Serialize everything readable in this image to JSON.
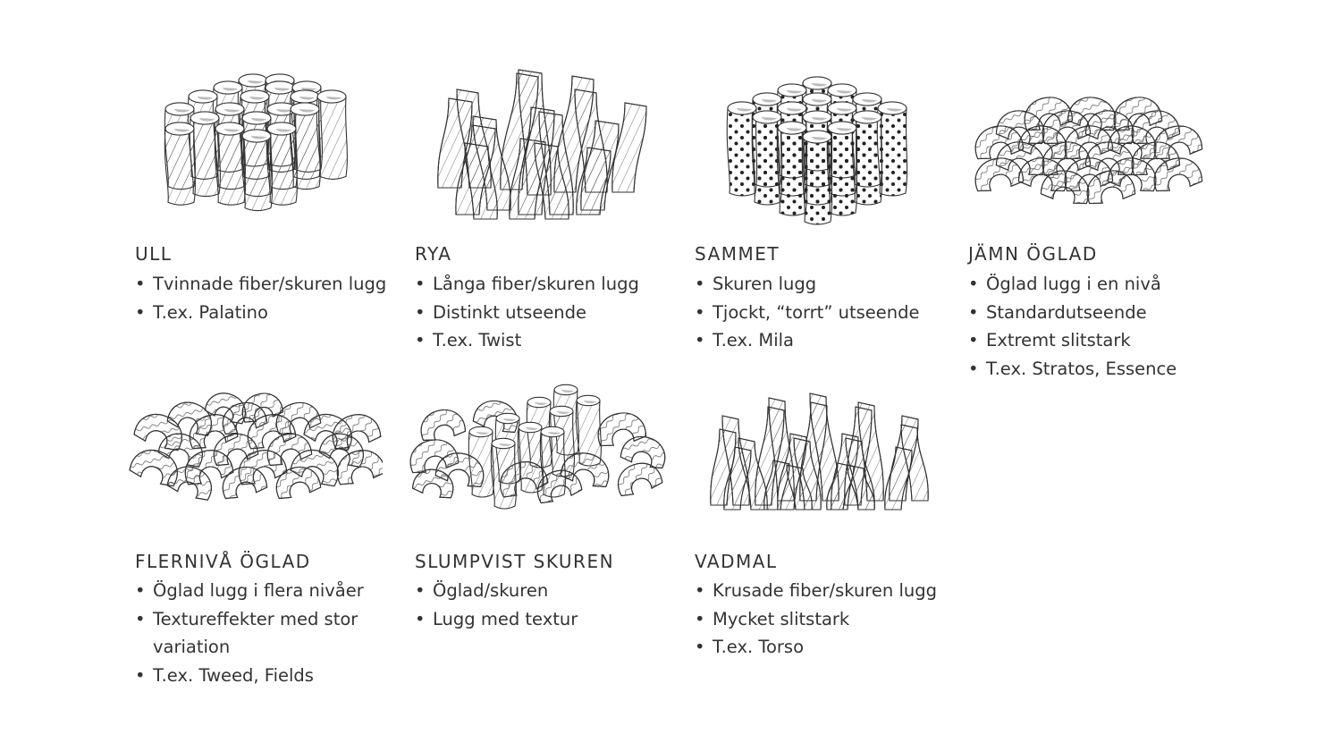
{
  "cards": [
    {
      "title": "ULL",
      "bullets": [
        "Tvinnade fiber/skuren lugg",
        "T.ex. Palatino"
      ],
      "illustration": "twisted-cut-pile-icon"
    },
    {
      "title": "RYA",
      "bullets": [
        "Långa fiber/skuren lugg",
        "Distinkt utseende",
        "T.ex. Twist"
      ],
      "illustration": "shag-pile-icon"
    },
    {
      "title": "SAMMET",
      "bullets": [
        "Skuren lugg",
        "Tjockt, “torrt” utseende",
        "T.ex. Mila"
      ],
      "illustration": "velvet-pile-icon"
    },
    {
      "title": "JÄMN ÖGLAD",
      "bullets": [
        "Öglad lugg i en nivå",
        "Standardutseende",
        "Extremt slitstark",
        "T.ex. Stratos, Essence"
      ],
      "illustration": "level-loop-pile-icon"
    },
    {
      "title": "FLERNIVÅ ÖGLAD",
      "bullets": [
        "Öglad lugg i flera nivåer",
        "Textureffekter med stor variation",
        "T.ex. Tweed, Fields"
      ],
      "illustration": "multi-level-loop-pile-icon"
    },
    {
      "title": "SLUMPVIST SKUREN",
      "bullets": [
        "Öglad/skuren",
        "Lugg med textur"
      ],
      "illustration": "random-cut-loop-pile-icon"
    },
    {
      "title": "VADMAL",
      "bullets": [
        "Krusade fiber/skuren lugg",
        "Mycket slitstark",
        "T.ex. Torso"
      ],
      "illustration": "frieze-pile-icon"
    }
  ]
}
